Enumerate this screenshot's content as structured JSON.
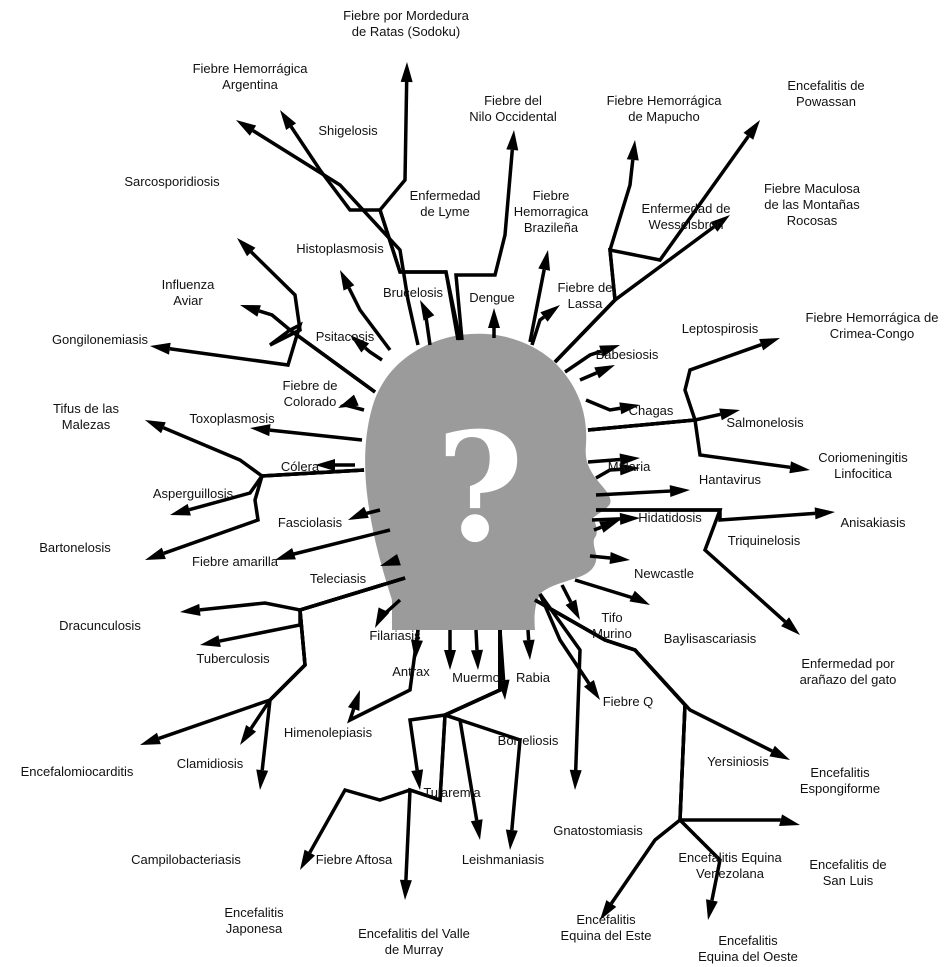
{
  "diagram": {
    "center_symbol": "?",
    "colors": {
      "head": "#9b9b9b",
      "symbol": "#ffffff",
      "arrows": "#000000",
      "text": "#111111"
    },
    "labels": {
      "fiebre_mordedura": [
        "Fiebre por Mordedura",
        "de Ratas (Sodoku)"
      ],
      "hemorragica_argentina": [
        "Fiebre Hemorrágica",
        "Argentina"
      ],
      "nilo": [
        "Fiebre del",
        "Nilo Occidental"
      ],
      "mapucho": [
        "Fiebre Hemorrágica",
        "de Mapucho"
      ],
      "powassan": [
        "Encefalitis de",
        "Powassan"
      ],
      "shigelosis": [
        "Shigelosis"
      ],
      "sarcosporidiosis": [
        "Sarcosporidiosis"
      ],
      "lyme": [
        "Enfermedad",
        "de Lyme"
      ],
      "braziliena": [
        "Fiebre",
        "Hemorragica",
        "Brazileña"
      ],
      "wesselsbron": [
        "Enfermedad de",
        "Wesselsbron"
      ],
      "maculosa": [
        "Fiebre Maculosa",
        "de las Montañas",
        "Rocosas"
      ],
      "histoplasmosis": [
        "Histoplasmosis"
      ],
      "influenza": [
        "Influenza",
        "Aviar"
      ],
      "brucelosis": [
        "Brucelosis"
      ],
      "dengue": [
        "Dengue"
      ],
      "lassa": [
        "Fiebre de",
        "Lassa"
      ],
      "leptospirosis": [
        "Leptospirosis"
      ],
      "crimea": [
        "Fiebre Hemorrágica de",
        "Crimea-Congo"
      ],
      "psitacosis": [
        "Psitacosis"
      ],
      "gongilonemiasis": [
        "Gongilonemiasis"
      ],
      "babesiosis": [
        "Babesiosis"
      ],
      "colorado": [
        "Fiebre de",
        "Colorado"
      ],
      "tifus_malezas": [
        "Tifus de las",
        "Malezas"
      ],
      "toxoplasmosis": [
        "Toxoplasmosis"
      ],
      "chagas": [
        "Chagas"
      ],
      "salmonelosis": [
        "Salmonelosis"
      ],
      "colera": [
        "Cólera"
      ],
      "coriomeningitis": [
        "Coriomeningitis",
        "Linfocitica"
      ],
      "malaria": [
        "Malaria"
      ],
      "hantavirus": [
        "Hantavirus"
      ],
      "asperguillosis": [
        "Asperguillosis"
      ],
      "fasciolasis": [
        "Fasciolasis"
      ],
      "hidatidosis": [
        "Hidatidosis"
      ],
      "anisakiasis": [
        "Anisakiasis"
      ],
      "bartonelosis": [
        "Bartonelosis"
      ],
      "fiebre_amarilla": [
        "Fiebre amarilla"
      ],
      "triquinelosis": [
        "Triquinelosis"
      ],
      "newcastle": [
        "Newcastle"
      ],
      "teleciasis": [
        "Teleciasis"
      ],
      "dracunculosis": [
        "Dracunculosis"
      ],
      "tifo_murino": [
        "Tifo",
        "Murino"
      ],
      "baylisascariasis": [
        "Baylisascariasis"
      ],
      "filariasis": [
        "Filariasis"
      ],
      "tuberculosis": [
        "Tuberculosis"
      ],
      "antrax": [
        "Antrax"
      ],
      "muermo": [
        "Muermo"
      ],
      "rabia": [
        "Rabia"
      ],
      "aranazo": [
        "Enfermedad por",
        "arañazo del gato"
      ],
      "fiebre_q": [
        "Fiebre Q"
      ],
      "himenolepiasis": [
        "Himenolepiasis"
      ],
      "borreliosis": [
        "Borreliosis"
      ],
      "encefalomiocarditis": [
        "Encefalomiocarditis"
      ],
      "clamidiosis": [
        "Clamidiosis"
      ],
      "yersiniosis": [
        "Yersiniosis"
      ],
      "espongiforme": [
        "Encefalitis",
        "Espongiforme"
      ],
      "tularemia": [
        "Tularemia"
      ],
      "campilobacteriasis": [
        "Campilobacteriasis"
      ],
      "gnatostomiasis": [
        "Gnatostomiasis"
      ],
      "leishmaniasis": [
        "Leishmaniasis"
      ],
      "fiebre_aftosa": [
        "Fiebre Aftosa"
      ],
      "venezolana": [
        "Encefalitis Equina",
        "Venezolana"
      ],
      "san_luis": [
        "Encefalitis de",
        "San Luis"
      ],
      "japonesa": [
        "Encefalitis",
        "Japonesa"
      ],
      "murray": [
        "Encefalitis del Valle",
        "de Murray"
      ],
      "equina_este": [
        "Encefalitis",
        "Equina del Este"
      ],
      "equina_oeste": [
        "Encefalitis",
        "Equina del Oeste"
      ]
    }
  }
}
